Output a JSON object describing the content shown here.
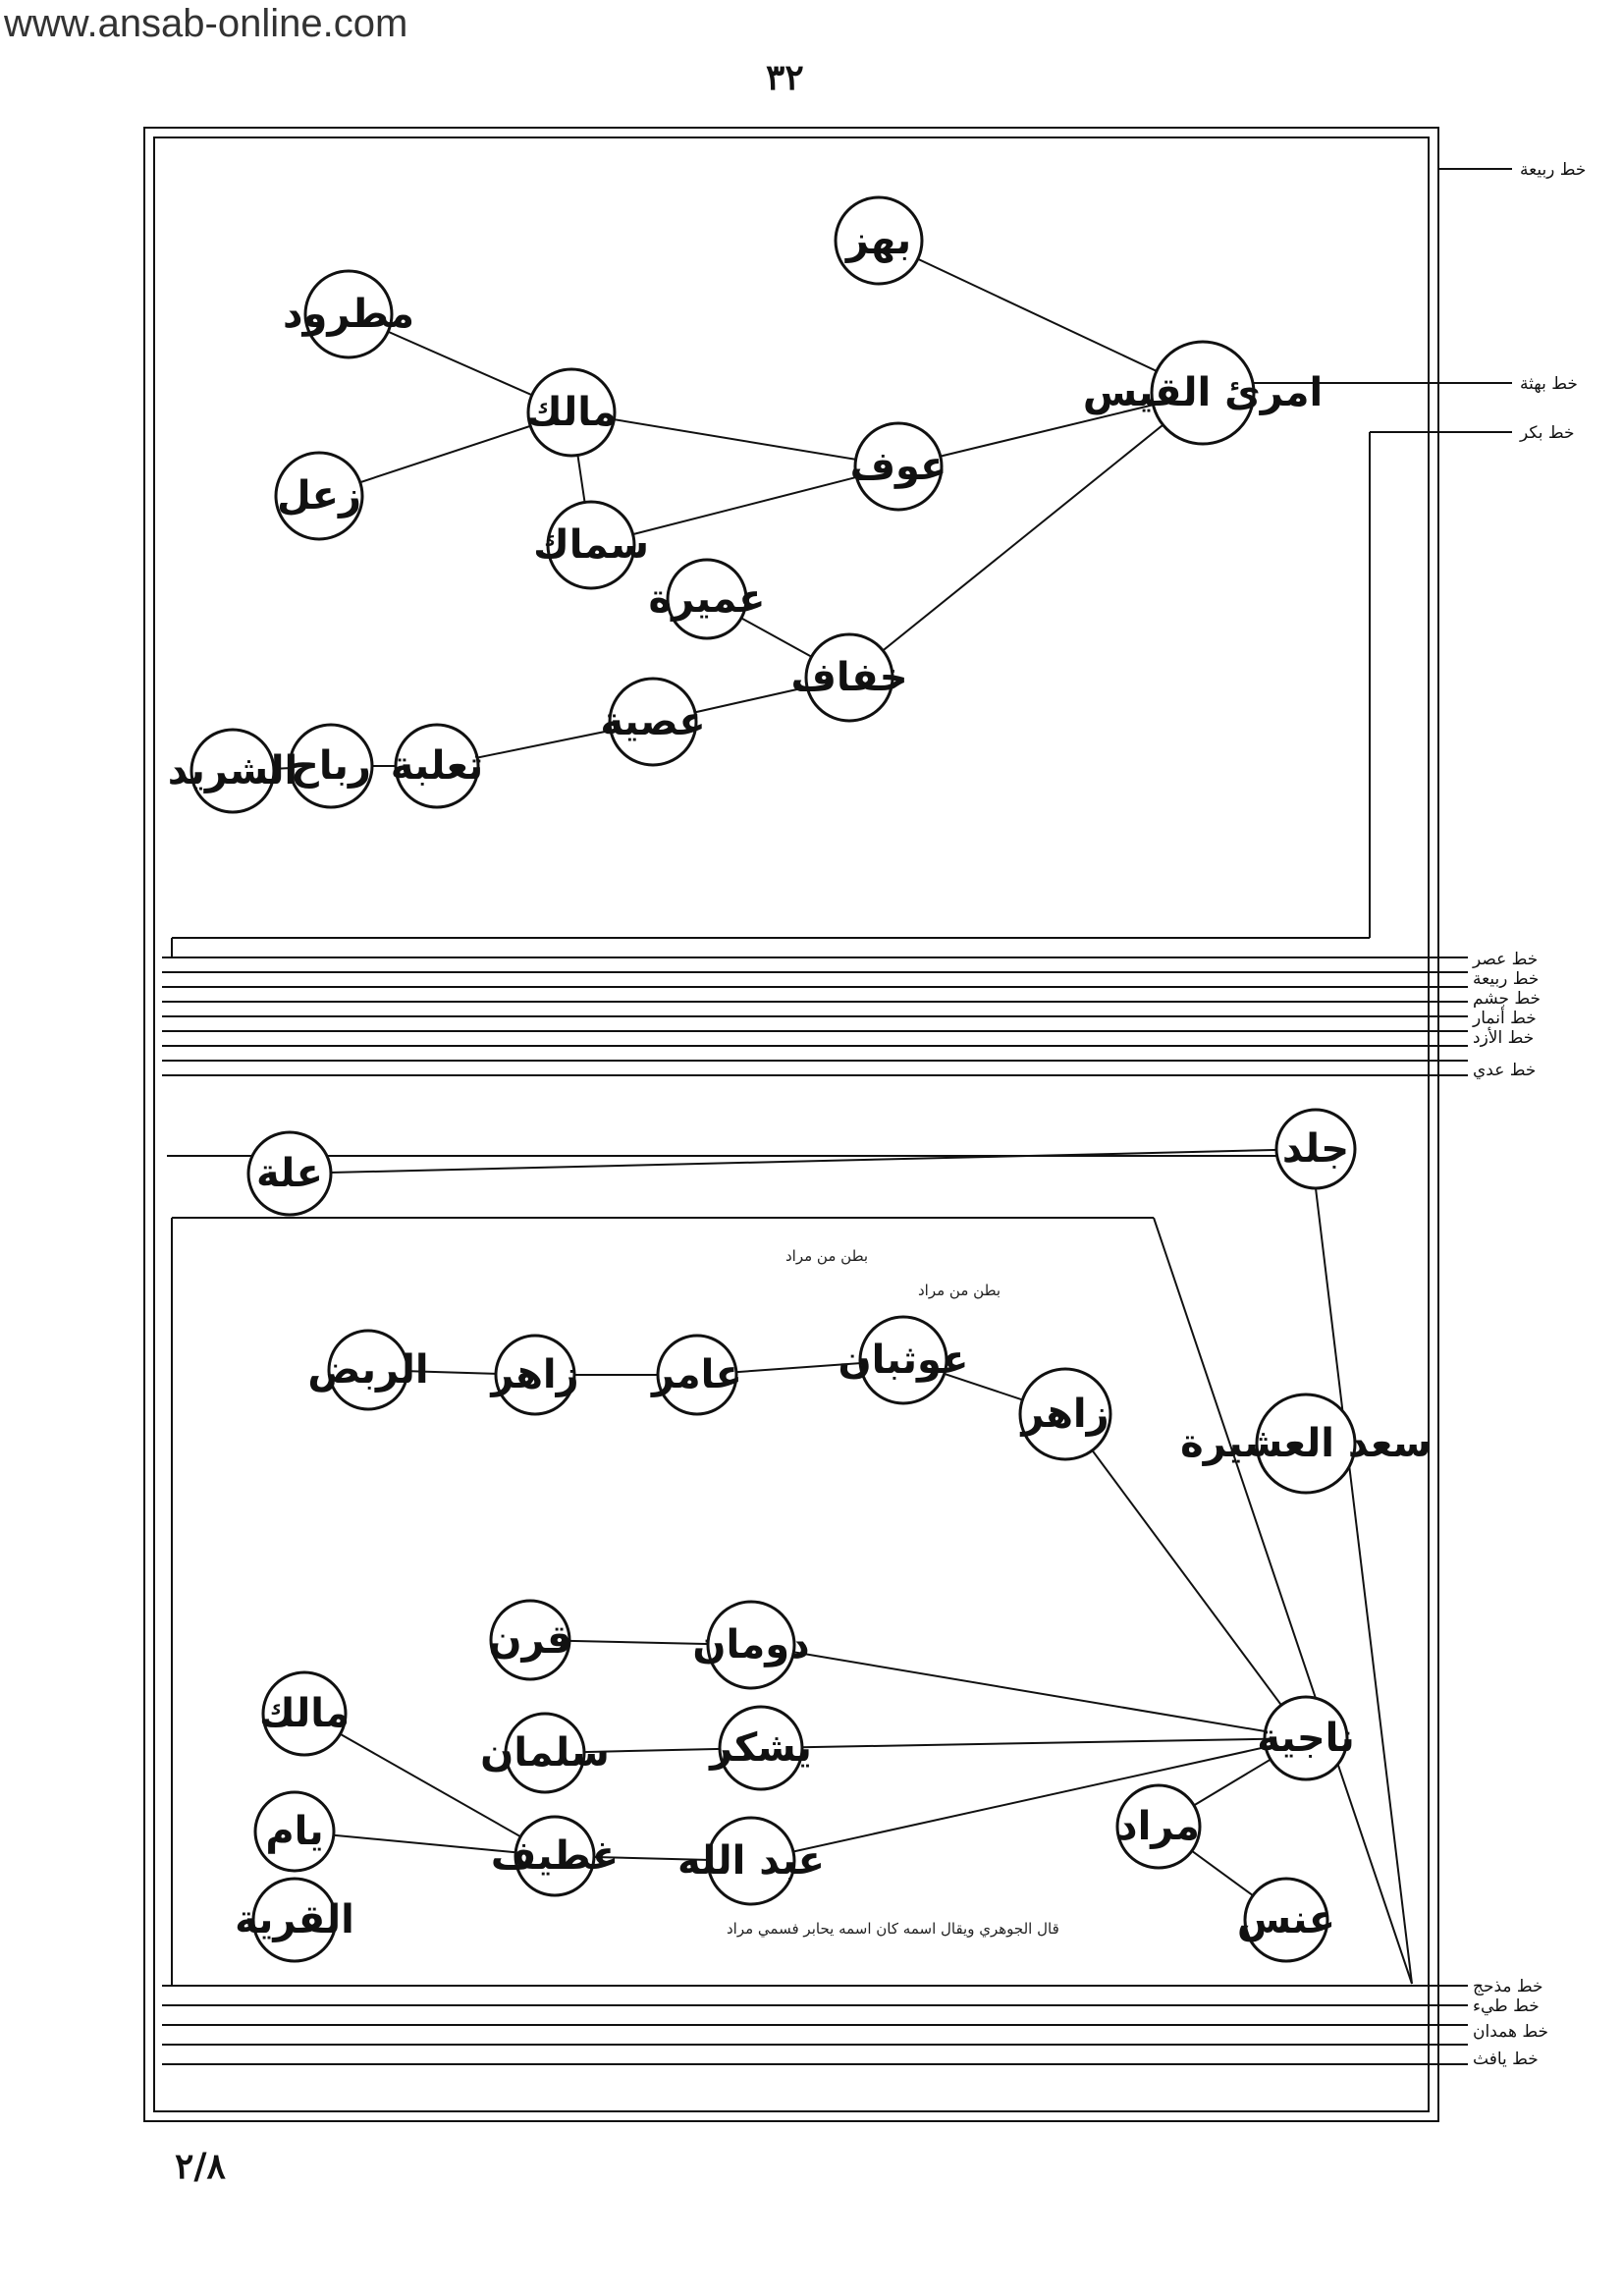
{
  "header": {
    "watermark": "www.ansab-online.com",
    "page_number": "٣٢",
    "folio": "٢/٨"
  },
  "line_labels_top": [
    "خط ربيعة",
    "خط بهثة",
    "خط بكر"
  ],
  "line_labels_middle": [
    "خط عصر",
    "خط ربيعة",
    "خط جشم",
    "خط أنمار",
    "خط الأزد",
    "خط عدي"
  ],
  "line_labels_bottom": [
    "خط مذحج",
    "خط طيء",
    "خط همدان",
    "خط يافث"
  ],
  "nodes": [
    {
      "id": "imru",
      "label": "امرئ القيس"
    },
    {
      "id": "bahz",
      "label": "بهز"
    },
    {
      "id": "awf",
      "label": "عوف"
    },
    {
      "id": "malik1",
      "label": "مالك"
    },
    {
      "id": "matrud",
      "label": "مطرود"
    },
    {
      "id": "zaal",
      "label": "زعل"
    },
    {
      "id": "simak",
      "label": "سماك"
    },
    {
      "id": "umayra",
      "label": "عميرة"
    },
    {
      "id": "khufaf",
      "label": "خفاف"
    },
    {
      "id": "usayya",
      "label": "عصية"
    },
    {
      "id": "thalaba",
      "label": "ثعلبة"
    },
    {
      "id": "riyah",
      "label": "رباح"
    },
    {
      "id": "sharid",
      "label": "الشريد"
    },
    {
      "id": "jald",
      "label": "جلد"
    },
    {
      "id": "ulah",
      "label": "علة"
    },
    {
      "id": "saad",
      "label": "سعد العشيرة"
    },
    {
      "id": "zahir1",
      "label": "زاهر"
    },
    {
      "id": "awbathan",
      "label": "عوثبان"
    },
    {
      "id": "amir",
      "label": "عامر"
    },
    {
      "id": "zahir2",
      "label": "زاهر"
    },
    {
      "id": "rabd",
      "label": "الربض"
    },
    {
      "id": "najiya",
      "label": "ناجية"
    },
    {
      "id": "dawman",
      "label": "دومان"
    },
    {
      "id": "qarn",
      "label": "قرن"
    },
    {
      "id": "yashkur",
      "label": "يشكر"
    },
    {
      "id": "salman",
      "label": "سلمان"
    },
    {
      "id": "abdullah",
      "label": "عبد الله"
    },
    {
      "id": "ghutayf",
      "label": "غطيف"
    },
    {
      "id": "murad",
      "label": "مراد"
    },
    {
      "id": "ans",
      "label": "عنس"
    },
    {
      "id": "malik2",
      "label": "مالك"
    },
    {
      "id": "yam",
      "label": "يام"
    },
    {
      "id": "qariya",
      "label": "القرية"
    }
  ],
  "notes": {
    "n1": "بطن من مراد",
    "n2": "بطن من مراد",
    "n3": "قال الجوهري ويقال اسمه كان اسمه يحابر فسمي مراد"
  }
}
